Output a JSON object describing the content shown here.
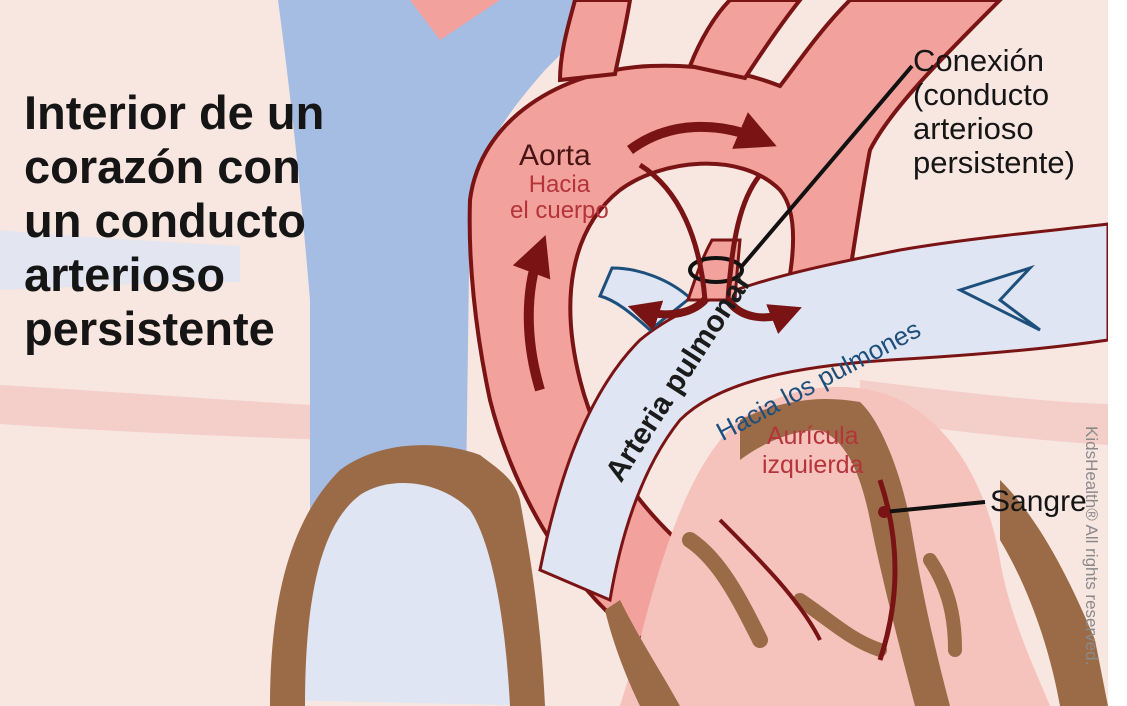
{
  "title_lines": [
    "Interior de un",
    "corazón con",
    "un conducto",
    "arterioso",
    "persistente"
  ],
  "labels": {
    "connection": [
      "Conexión",
      "(conducto",
      "arterioso",
      "persistente)"
    ],
    "aorta": "Aorta",
    "to_body": [
      "Hacia",
      "el cuerpo"
    ],
    "pulmonary_artery": "Arteria pulmonar",
    "to_lungs": "Hacia los pulmones",
    "left_atrium": [
      "Aurícula",
      "izquierda"
    ],
    "blood": "Sangre"
  },
  "copyright": "KidsHealth® All rights reserved.",
  "colors": {
    "background": "#f8e6e0",
    "vein_blue": "#a5bde2",
    "artery_pink": "#f2a19d",
    "heart_muscle": "#9b6b48",
    "outline_maroon": "#7a1414",
    "text_dark": "#151515",
    "text_red": "#b5343a",
    "text_blue": "#1d4f7c"
  }
}
